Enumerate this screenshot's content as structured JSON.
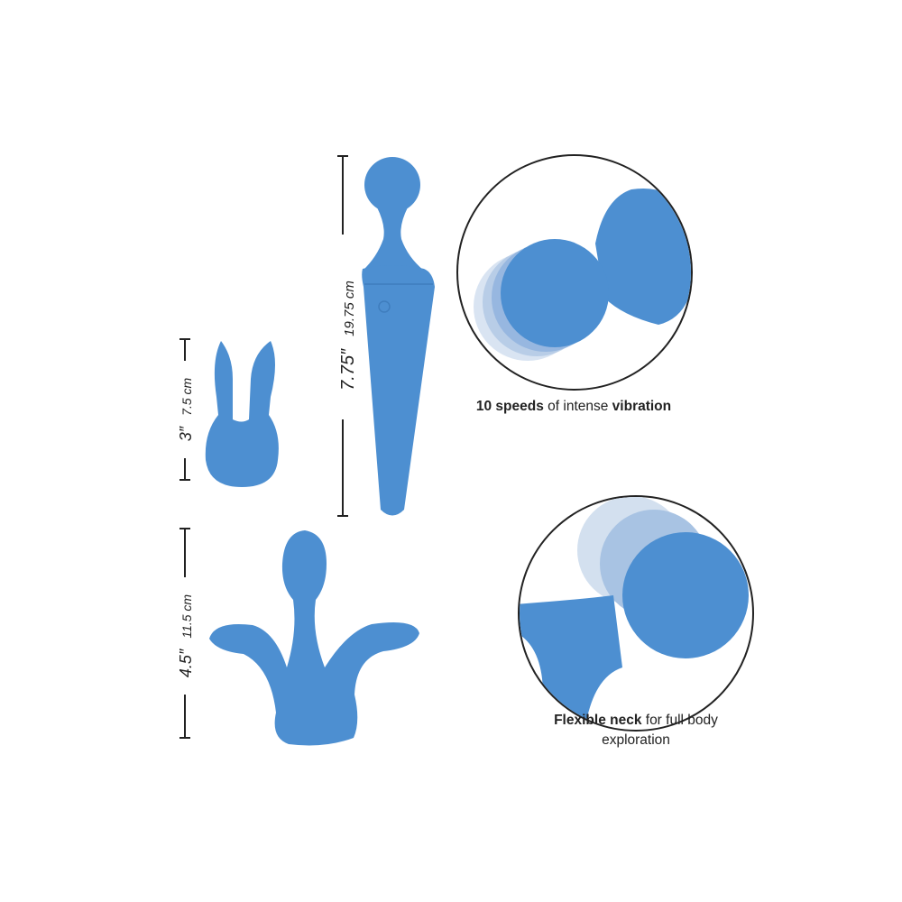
{
  "colors": {
    "product": "#4d8fd1",
    "product_dark": "#3f7dbd",
    "line": "#222222"
  },
  "dimensions": {
    "wand": {
      "inches": "7.75″",
      "cm": "19.75 cm"
    },
    "rabbit_attachment": {
      "inches": "3″",
      "cm": "7.5 cm"
    },
    "tripod_attachment": {
      "inches": "4.5″",
      "cm": "11.5 cm"
    }
  },
  "features": {
    "vibration": {
      "bold1": "10 speeds",
      "mid": " of intense ",
      "bold2": "vibration"
    },
    "neck": {
      "bold": "Flexible neck",
      "rest": " for full body",
      "line2": "exploration"
    }
  }
}
